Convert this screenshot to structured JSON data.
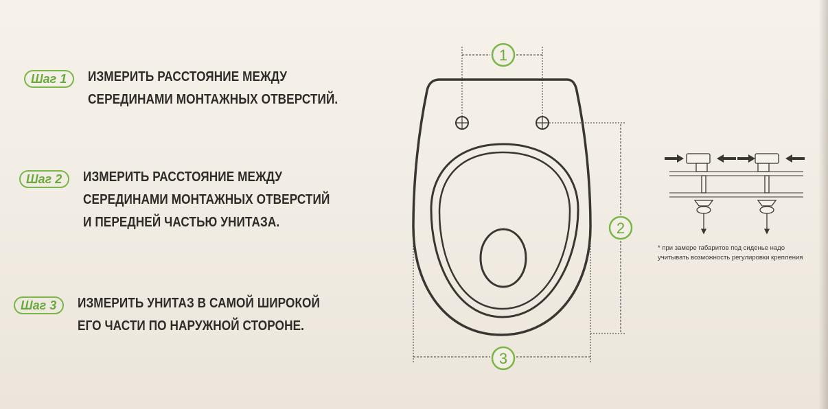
{
  "steps": [
    {
      "badge": "Шаг 1",
      "lines": [
        "ИЗМЕРИТЬ РАССТОЯНИЕ МЕЖДУ",
        "СЕРЕДИНАМИ МОНТАЖНЫХ ОТВЕРСТИЙ."
      ]
    },
    {
      "badge": "Шаг 2",
      "lines": [
        "ИЗМЕРИТЬ РАССТОЯНИЕ МЕЖДУ",
        "СЕРЕДИНАМИ МОНТАЖНЫХ ОТВЕРСТИЙ",
        "И ПЕРЕДНЕЙ ЧАСТЬЮ УНИТАЗА."
      ]
    },
    {
      "badge": "Шаг 3",
      "lines": [
        "ИЗМЕРИТЬ УНИТАЗ В САМОЙ ШИРОКОЙ",
        "ЕГО ЧАСТИ ПО НАРУЖНОЙ СТОРОНЕ."
      ]
    }
  ],
  "dimensions": {
    "d1": "1",
    "d2": "2",
    "d3": "3"
  },
  "note": {
    "line1": "* при замере габаритов под сиденье надо",
    "line2": "учитывать возможность регулировки крепления"
  },
  "colors": {
    "accent_green": "#7ab648",
    "text_dark": "#2f2b28",
    "line_dark": "#3a3632"
  }
}
